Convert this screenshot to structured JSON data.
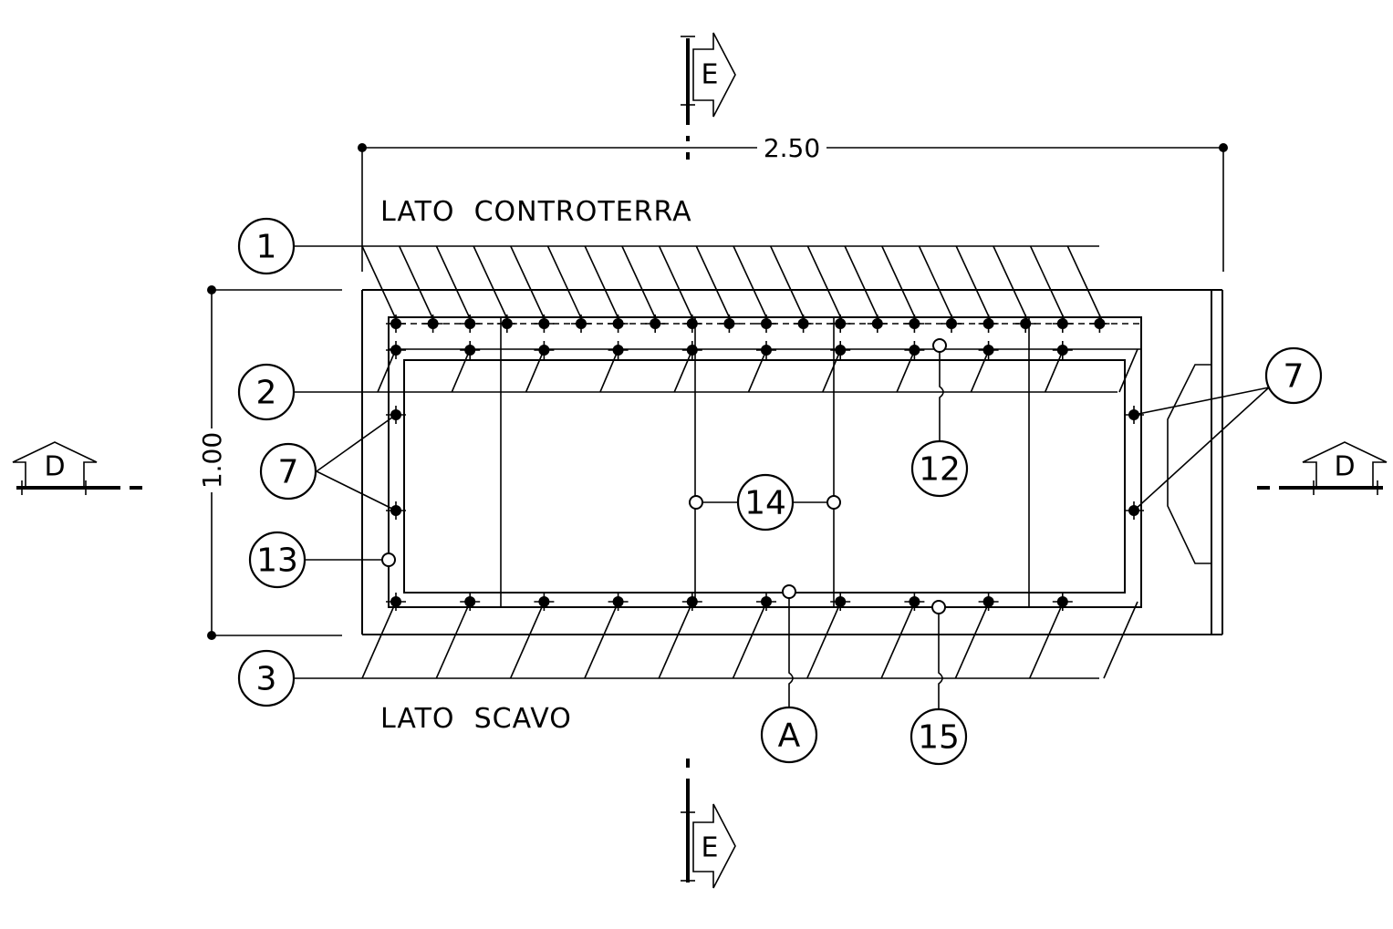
{
  "dimensions": {
    "width": "2.50",
    "height": "1.00"
  },
  "notes": {
    "top_side": "LATO  CONTROTERRA",
    "bottom_side": "LATO  SCAVO"
  },
  "sections": {
    "vertical": "E",
    "horizontal": "D"
  },
  "callouts": {
    "c1": "1",
    "c2": "2",
    "c3": "3",
    "c7_left": "7",
    "c7_right": "7",
    "c12": "12",
    "c13": "13",
    "c14": "14",
    "c15": "15",
    "cA": "A"
  }
}
